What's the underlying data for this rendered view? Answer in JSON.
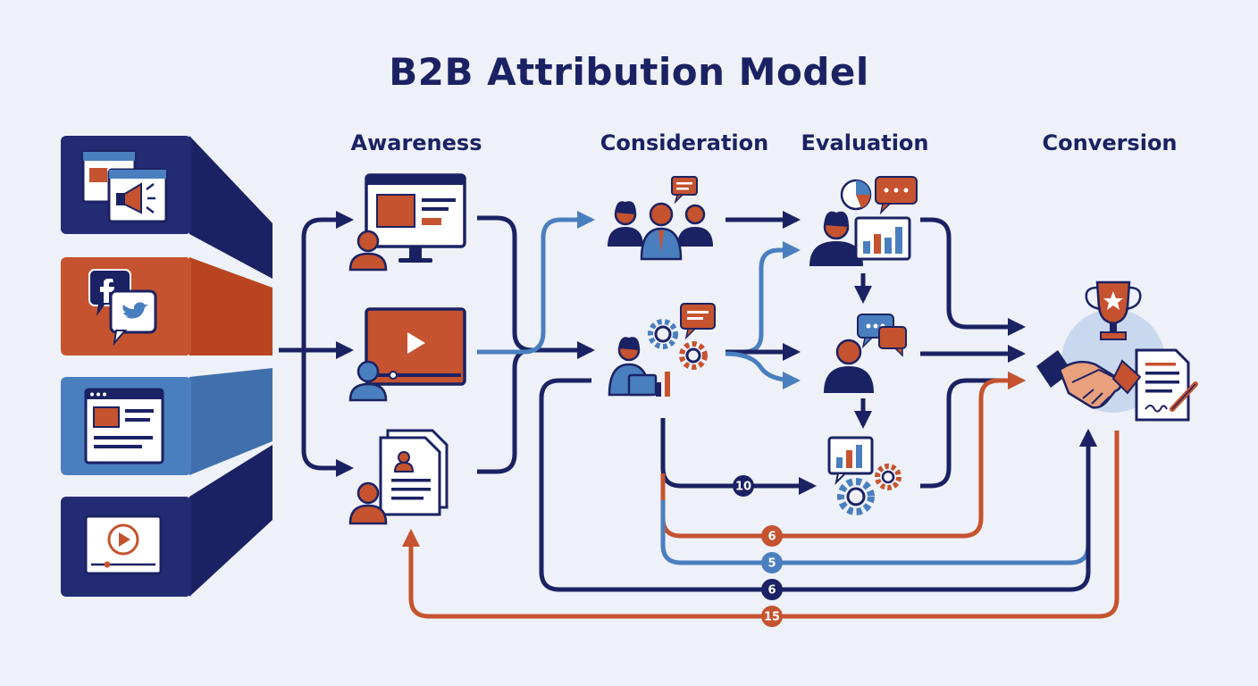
{
  "title": "B2B Attribution Model",
  "stages": [
    "Awareness",
    "Consideration",
    "Evaluation",
    "Conversion"
  ],
  "path_badges": [
    "10",
    "6",
    "5",
    "6",
    "15"
  ],
  "colors": {
    "navy": "#1b2263",
    "orange": "#c5532f",
    "blue": "#4a7fbf",
    "background": "#eef1f8"
  },
  "channels": [
    {
      "icon": "web-campaign-icon"
    },
    {
      "icon": "social-media-icon"
    },
    {
      "icon": "website-icon"
    },
    {
      "icon": "video-icon"
    }
  ],
  "nodes": {
    "awareness": [
      "desktop-user-icon",
      "video-viewer-icon",
      "document-reader-icon"
    ],
    "consideration": [
      "team-discussion-icon",
      "researcher-icon"
    ],
    "evaluation": [
      "analyst-icon",
      "consultation-icon",
      "analytics-gears-icon"
    ],
    "conversion": [
      "deal-closed-icon"
    ]
  }
}
